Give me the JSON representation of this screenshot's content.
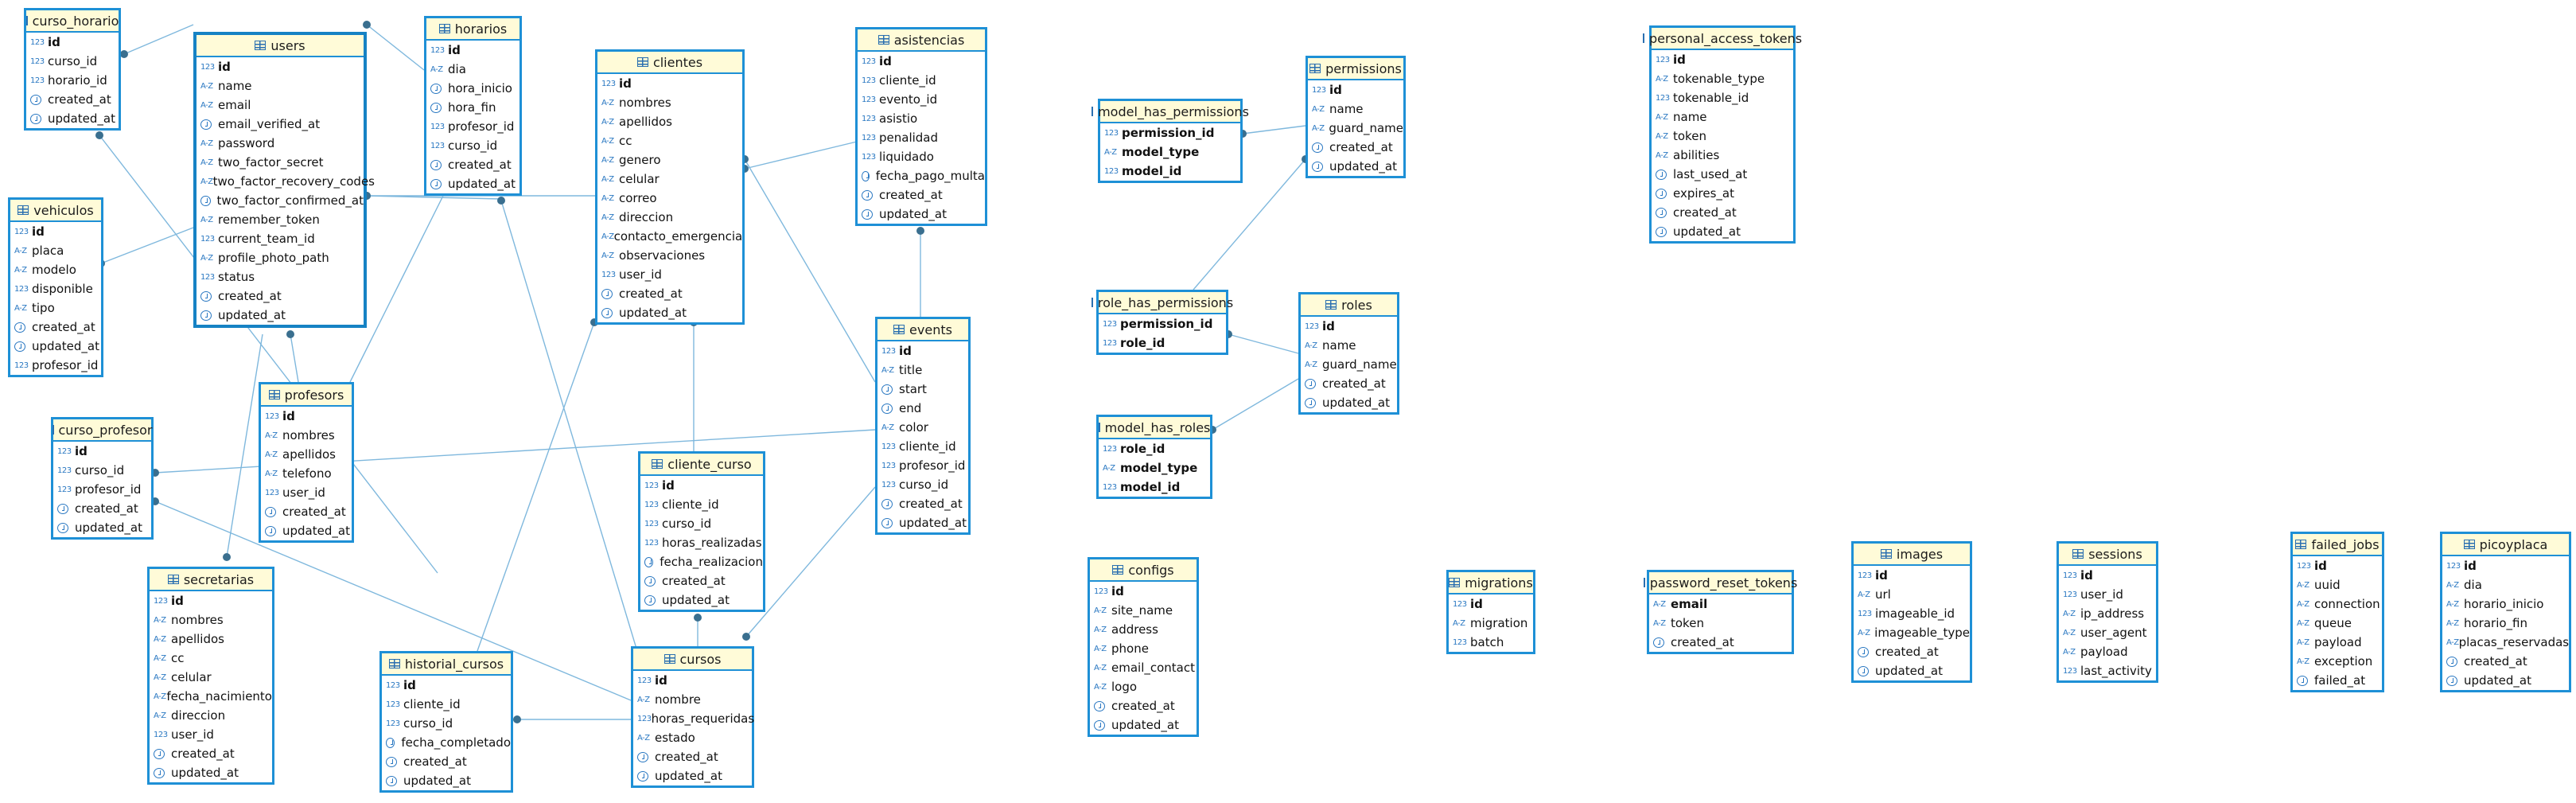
{
  "diagram": {
    "entities": [
      {
        "name": "curso_horario",
        "columns": [
          {
            "n": "id",
            "t": "int",
            "pk": true
          },
          {
            "n": "curso_id",
            "t": "int"
          },
          {
            "n": "horario_id",
            "t": "int"
          },
          {
            "n": "created_at",
            "t": "dt"
          },
          {
            "n": "updated_at",
            "t": "dt"
          }
        ]
      },
      {
        "name": "users",
        "selected": true,
        "columns": [
          {
            "n": "id",
            "t": "int",
            "pk": true
          },
          {
            "n": "name",
            "t": "str"
          },
          {
            "n": "email",
            "t": "str"
          },
          {
            "n": "email_verified_at",
            "t": "dt"
          },
          {
            "n": "password",
            "t": "str"
          },
          {
            "n": "two_factor_secret",
            "t": "str"
          },
          {
            "n": "two_factor_recovery_codes",
            "t": "str"
          },
          {
            "n": "two_factor_confirmed_at",
            "t": "dt"
          },
          {
            "n": "remember_token",
            "t": "str"
          },
          {
            "n": "current_team_id",
            "t": "int"
          },
          {
            "n": "profile_photo_path",
            "t": "str"
          },
          {
            "n": "status",
            "t": "int"
          },
          {
            "n": "created_at",
            "t": "dt"
          },
          {
            "n": "updated_at",
            "t": "dt"
          }
        ]
      },
      {
        "name": "horarios",
        "columns": [
          {
            "n": "id",
            "t": "int",
            "pk": true
          },
          {
            "n": "dia",
            "t": "str"
          },
          {
            "n": "hora_inicio",
            "t": "dt"
          },
          {
            "n": "hora_fin",
            "t": "dt"
          },
          {
            "n": "profesor_id",
            "t": "int"
          },
          {
            "n": "curso_id",
            "t": "int"
          },
          {
            "n": "created_at",
            "t": "dt"
          },
          {
            "n": "updated_at",
            "t": "dt"
          }
        ]
      },
      {
        "name": "clientes",
        "columns": [
          {
            "n": "id",
            "t": "int",
            "pk": true
          },
          {
            "n": "nombres",
            "t": "str"
          },
          {
            "n": "apellidos",
            "t": "str"
          },
          {
            "n": "cc",
            "t": "str"
          },
          {
            "n": "genero",
            "t": "str"
          },
          {
            "n": "celular",
            "t": "str"
          },
          {
            "n": "correo",
            "t": "str"
          },
          {
            "n": "direccion",
            "t": "str"
          },
          {
            "n": "contacto_emergencia",
            "t": "str"
          },
          {
            "n": "observaciones",
            "t": "str"
          },
          {
            "n": "user_id",
            "t": "int"
          },
          {
            "n": "created_at",
            "t": "dt"
          },
          {
            "n": "updated_at",
            "t": "dt"
          }
        ]
      },
      {
        "name": "asistencias",
        "columns": [
          {
            "n": "id",
            "t": "int",
            "pk": true
          },
          {
            "n": "cliente_id",
            "t": "int"
          },
          {
            "n": "evento_id",
            "t": "int"
          },
          {
            "n": "asistio",
            "t": "int"
          },
          {
            "n": "penalidad",
            "t": "int"
          },
          {
            "n": "liquidado",
            "t": "int"
          },
          {
            "n": "fecha_pago_multa",
            "t": "dt"
          },
          {
            "n": "created_at",
            "t": "dt"
          },
          {
            "n": "updated_at",
            "t": "dt"
          }
        ]
      },
      {
        "name": "vehiculos",
        "columns": [
          {
            "n": "id",
            "t": "int",
            "pk": true
          },
          {
            "n": "placa",
            "t": "str"
          },
          {
            "n": "modelo",
            "t": "str"
          },
          {
            "n": "disponible",
            "t": "int"
          },
          {
            "n": "tipo",
            "t": "str"
          },
          {
            "n": "created_at",
            "t": "dt"
          },
          {
            "n": "updated_at",
            "t": "dt"
          },
          {
            "n": "profesor_id",
            "t": "int"
          }
        ]
      },
      {
        "name": "profesors",
        "columns": [
          {
            "n": "id",
            "t": "int",
            "pk": true
          },
          {
            "n": "nombres",
            "t": "str"
          },
          {
            "n": "apellidos",
            "t": "str"
          },
          {
            "n": "telefono",
            "t": "str"
          },
          {
            "n": "user_id",
            "t": "int"
          },
          {
            "n": "created_at",
            "t": "dt"
          },
          {
            "n": "updated_at",
            "t": "dt"
          }
        ]
      },
      {
        "name": "curso_profesor",
        "columns": [
          {
            "n": "id",
            "t": "int",
            "pk": true
          },
          {
            "n": "curso_id",
            "t": "int"
          },
          {
            "n": "profesor_id",
            "t": "int"
          },
          {
            "n": "created_at",
            "t": "dt"
          },
          {
            "n": "updated_at",
            "t": "dt"
          }
        ]
      },
      {
        "name": "events",
        "columns": [
          {
            "n": "id",
            "t": "int",
            "pk": true
          },
          {
            "n": "title",
            "t": "str"
          },
          {
            "n": "start",
            "t": "dt"
          },
          {
            "n": "end",
            "t": "dt"
          },
          {
            "n": "color",
            "t": "str"
          },
          {
            "n": "cliente_id",
            "t": "int"
          },
          {
            "n": "profesor_id",
            "t": "int"
          },
          {
            "n": "curso_id",
            "t": "int"
          },
          {
            "n": "created_at",
            "t": "dt"
          },
          {
            "n": "updated_at",
            "t": "dt"
          }
        ]
      },
      {
        "name": "cliente_curso",
        "columns": [
          {
            "n": "id",
            "t": "int",
            "pk": true
          },
          {
            "n": "cliente_id",
            "t": "int"
          },
          {
            "n": "curso_id",
            "t": "int"
          },
          {
            "n": "horas_realizadas",
            "t": "int"
          },
          {
            "n": "fecha_realizacion",
            "t": "dt"
          },
          {
            "n": "created_at",
            "t": "dt"
          },
          {
            "n": "updated_at",
            "t": "dt"
          }
        ]
      },
      {
        "name": "secretarias",
        "columns": [
          {
            "n": "id",
            "t": "int",
            "pk": true
          },
          {
            "n": "nombres",
            "t": "str"
          },
          {
            "n": "apellidos",
            "t": "str"
          },
          {
            "n": "cc",
            "t": "str"
          },
          {
            "n": "celular",
            "t": "str"
          },
          {
            "n": "fecha_nacimiento",
            "t": "str"
          },
          {
            "n": "direccion",
            "t": "str"
          },
          {
            "n": "user_id",
            "t": "int"
          },
          {
            "n": "created_at",
            "t": "dt"
          },
          {
            "n": "updated_at",
            "t": "dt"
          }
        ]
      },
      {
        "name": "historial_cursos",
        "columns": [
          {
            "n": "id",
            "t": "int",
            "pk": true
          },
          {
            "n": "cliente_id",
            "t": "int"
          },
          {
            "n": "curso_id",
            "t": "int"
          },
          {
            "n": "fecha_completado",
            "t": "dt"
          },
          {
            "n": "created_at",
            "t": "dt"
          },
          {
            "n": "updated_at",
            "t": "dt"
          }
        ]
      },
      {
        "name": "cursos",
        "columns": [
          {
            "n": "id",
            "t": "int",
            "pk": true
          },
          {
            "n": "nombre",
            "t": "str"
          },
          {
            "n": "horas_requeridas",
            "t": "int"
          },
          {
            "n": "estado",
            "t": "str"
          },
          {
            "n": "created_at",
            "t": "dt"
          },
          {
            "n": "updated_at",
            "t": "dt"
          }
        ]
      },
      {
        "name": "model_has_permissions",
        "columns": [
          {
            "n": "permission_id",
            "t": "int",
            "pk": true
          },
          {
            "n": "model_type",
            "t": "str",
            "pk": true
          },
          {
            "n": "model_id",
            "t": "int",
            "pk": true
          }
        ]
      },
      {
        "name": "permissions",
        "columns": [
          {
            "n": "id",
            "t": "int",
            "pk": true
          },
          {
            "n": "name",
            "t": "str"
          },
          {
            "n": "guard_name",
            "t": "str"
          },
          {
            "n": "created_at",
            "t": "dt"
          },
          {
            "n": "updated_at",
            "t": "dt"
          }
        ]
      },
      {
        "name": "role_has_permissions",
        "columns": [
          {
            "n": "permission_id",
            "t": "int",
            "pk": true
          },
          {
            "n": "role_id",
            "t": "int",
            "pk": true
          }
        ]
      },
      {
        "name": "roles",
        "columns": [
          {
            "n": "id",
            "t": "int",
            "pk": true
          },
          {
            "n": "name",
            "t": "str"
          },
          {
            "n": "guard_name",
            "t": "str"
          },
          {
            "n": "created_at",
            "t": "dt"
          },
          {
            "n": "updated_at",
            "t": "dt"
          }
        ]
      },
      {
        "name": "model_has_roles",
        "columns": [
          {
            "n": "role_id",
            "t": "int",
            "pk": true
          },
          {
            "n": "model_type",
            "t": "str",
            "pk": true
          },
          {
            "n": "model_id",
            "t": "int",
            "pk": true
          }
        ]
      },
      {
        "name": "personal_access_tokens",
        "columns": [
          {
            "n": "id",
            "t": "int",
            "pk": true
          },
          {
            "n": "tokenable_type",
            "t": "str"
          },
          {
            "n": "tokenable_id",
            "t": "int"
          },
          {
            "n": "name",
            "t": "str"
          },
          {
            "n": "token",
            "t": "str"
          },
          {
            "n": "abilities",
            "t": "str"
          },
          {
            "n": "last_used_at",
            "t": "dt"
          },
          {
            "n": "expires_at",
            "t": "dt"
          },
          {
            "n": "created_at",
            "t": "dt"
          },
          {
            "n": "updated_at",
            "t": "dt"
          }
        ]
      },
      {
        "name": "configs",
        "columns": [
          {
            "n": "id",
            "t": "int",
            "pk": true
          },
          {
            "n": "site_name",
            "t": "str"
          },
          {
            "n": "address",
            "t": "str"
          },
          {
            "n": "phone",
            "t": "str"
          },
          {
            "n": "email_contact",
            "t": "str"
          },
          {
            "n": "logo",
            "t": "str"
          },
          {
            "n": "created_at",
            "t": "dt"
          },
          {
            "n": "updated_at",
            "t": "dt"
          }
        ]
      },
      {
        "name": "migrations",
        "columns": [
          {
            "n": "id",
            "t": "int",
            "pk": true
          },
          {
            "n": "migration",
            "t": "str"
          },
          {
            "n": "batch",
            "t": "int"
          }
        ]
      },
      {
        "name": "password_reset_tokens",
        "columns": [
          {
            "n": "email",
            "t": "str",
            "pk": true
          },
          {
            "n": "token",
            "t": "str"
          },
          {
            "n": "created_at",
            "t": "dt"
          }
        ]
      },
      {
        "name": "images",
        "columns": [
          {
            "n": "id",
            "t": "int",
            "pk": true
          },
          {
            "n": "url",
            "t": "str"
          },
          {
            "n": "imageable_id",
            "t": "int"
          },
          {
            "n": "imageable_type",
            "t": "str"
          },
          {
            "n": "created_at",
            "t": "dt"
          },
          {
            "n": "updated_at",
            "t": "dt"
          }
        ]
      },
      {
        "name": "sessions",
        "columns": [
          {
            "n": "id",
            "t": "int",
            "pk": true
          },
          {
            "n": "user_id",
            "t": "int"
          },
          {
            "n": "ip_address",
            "t": "str"
          },
          {
            "n": "user_agent",
            "t": "str"
          },
          {
            "n": "payload",
            "t": "str"
          },
          {
            "n": "last_activity",
            "t": "int"
          }
        ]
      },
      {
        "name": "failed_jobs",
        "columns": [
          {
            "n": "id",
            "t": "int",
            "pk": true
          },
          {
            "n": "uuid",
            "t": "str"
          },
          {
            "n": "connection",
            "t": "str"
          },
          {
            "n": "queue",
            "t": "str"
          },
          {
            "n": "payload",
            "t": "str"
          },
          {
            "n": "exception",
            "t": "str"
          },
          {
            "n": "failed_at",
            "t": "dt"
          }
        ]
      },
      {
        "name": "picoyplaca",
        "columns": [
          {
            "n": "id",
            "t": "int",
            "pk": true
          },
          {
            "n": "dia",
            "t": "str"
          },
          {
            "n": "horario_inicio",
            "t": "str"
          },
          {
            "n": "horario_fin",
            "t": "str"
          },
          {
            "n": "placas_reservadas",
            "t": "str"
          },
          {
            "n": "created_at",
            "t": "dt"
          },
          {
            "n": "updated_at",
            "t": "dt"
          }
        ]
      }
    ],
    "type_icons": {
      "int": "123",
      "str": "A-Z",
      "dt": "clock-icon"
    },
    "colors": {
      "border": "#1e90d6",
      "header": "#fffbd8",
      "link": "#7fb8dd",
      "endpoint": "#3a6f8f"
    }
  }
}
